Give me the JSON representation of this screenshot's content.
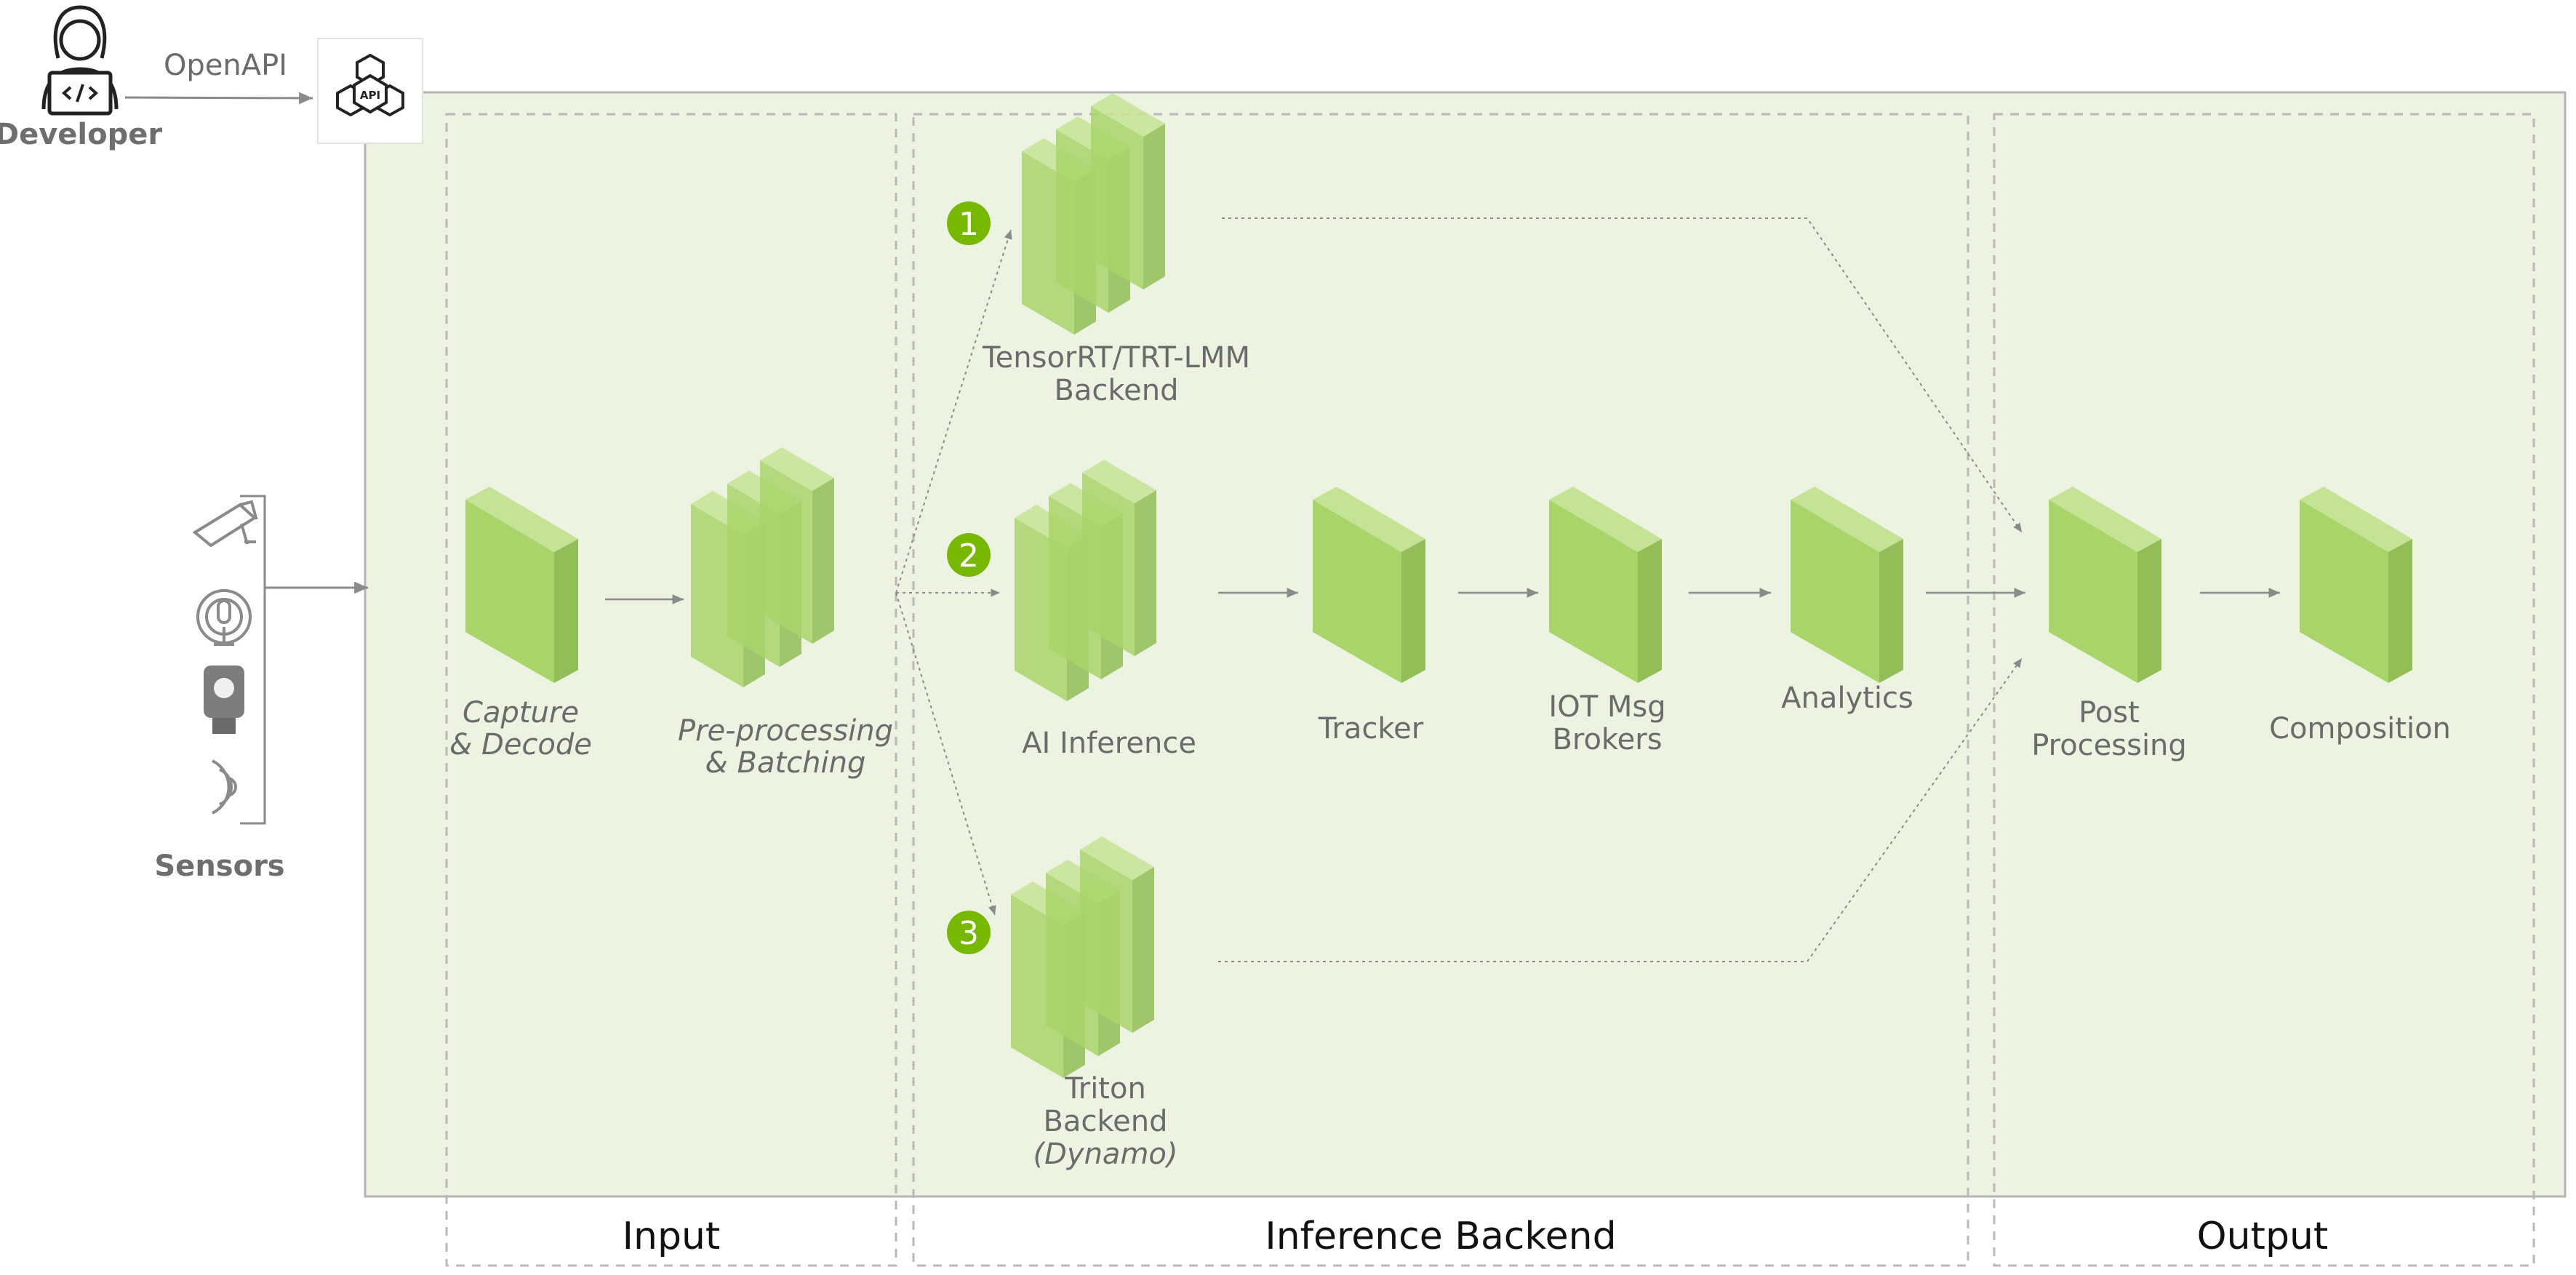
{
  "developer": {
    "label": "Developer",
    "icon": "developer-laptop-icon"
  },
  "api": {
    "link_label": "OpenAPI",
    "icon_text": "API",
    "icon": "api-hexagon-icon"
  },
  "sensors": {
    "label": "Sensors",
    "icons": [
      "security-camera-icon",
      "microphone-icon",
      "sensor-device-icon",
      "wireless-signal-icon"
    ]
  },
  "regions": {
    "input": "Input",
    "inference": "Inference Backend",
    "output": "Output"
  },
  "nodes": {
    "capture": {
      "line1": "Capture",
      "line2": "& Decode"
    },
    "preprocessing": {
      "line1": "Pre-processing",
      "line2": "& Batching"
    },
    "tensorrt": {
      "line1": "TensorRT/TRT-LMM",
      "line2": "Backend",
      "badge": "1"
    },
    "ai_inference": {
      "line1": "AI Inference",
      "badge": "2"
    },
    "triton": {
      "line1": "Triton",
      "line2": "Backend",
      "line3": "(Dynamo)",
      "badge": "3"
    },
    "tracker": {
      "line1": "Tracker"
    },
    "iot": {
      "line1": "IOT Msg",
      "line2": "Brokers"
    },
    "analytics": {
      "line1": "Analytics"
    },
    "post": {
      "line1": "Post",
      "line2": "Processing"
    },
    "composition": {
      "line1": "Composition"
    }
  },
  "colors": {
    "panel_fill": "#ecf4e1",
    "panel_stroke": "#b5b5b5",
    "block_front": "#a9d46a",
    "block_top": "#c5e394",
    "block_side": "#93bd57",
    "badge": "#76b900",
    "arrow": "#8a8a8a"
  }
}
